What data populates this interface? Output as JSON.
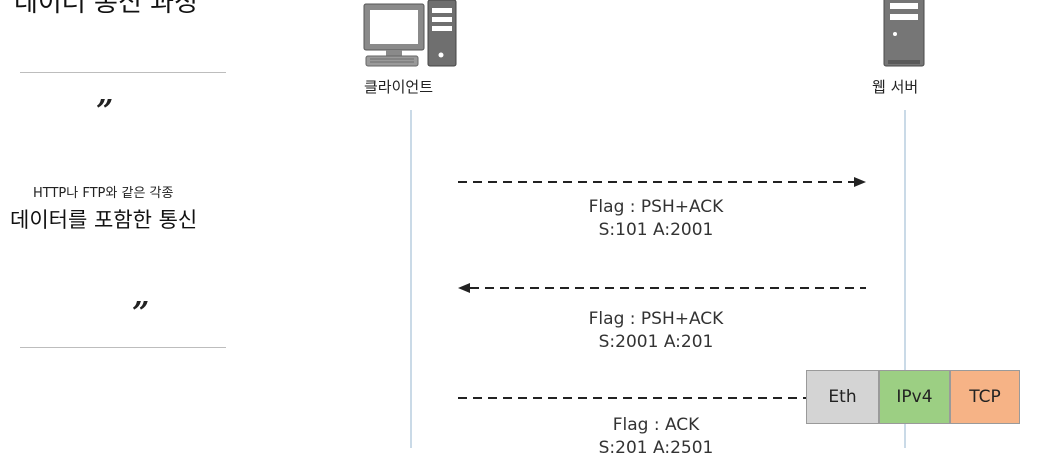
{
  "left_panel": {
    "heading": "데이터 통신 과정",
    "quote_open": "”",
    "quote_close": "”",
    "description_small": "HTTP나 FTP와 같은 각종",
    "description_large": "데이터를 포함한 통신"
  },
  "hosts": {
    "client_label": "클라이언트",
    "server_label": "웹 서버",
    "client_icon": "desktop-computer-icon",
    "server_icon": "server-tower-icon"
  },
  "packets": [
    {
      "direction": "client-to-server",
      "flag": "Flag : PSH+ACK",
      "seq_ack": "S:101 A:2001"
    },
    {
      "direction": "server-to-client",
      "flag": "Flag : PSH+ACK",
      "seq_ack": "S:2001 A:201"
    },
    {
      "direction": "client-to-server",
      "flag": "Flag : ACK",
      "seq_ack": "S:201 A:2501"
    }
  ],
  "protocol_stack": {
    "layers": [
      "Eth",
      "IPv4",
      "TCP"
    ],
    "colors": [
      "#d4d4d4",
      "#9ccf83",
      "#f6b386"
    ]
  }
}
